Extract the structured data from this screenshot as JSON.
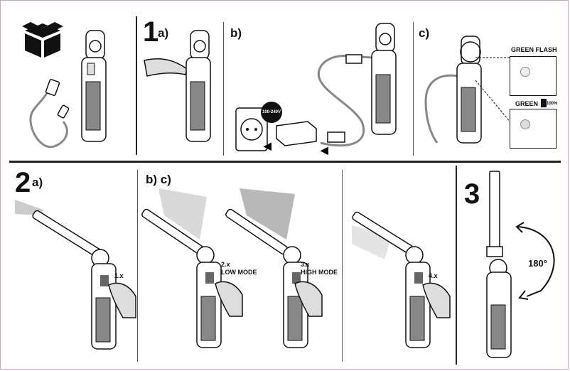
{
  "step1": {
    "number": "1",
    "sub_a": "a)",
    "sub_b": "b)",
    "sub_c": "c)",
    "adapter_voltage": "100-240V",
    "indicator_flash": "GREEN FLASH",
    "indicator_full": "GREEN",
    "indicator_full_pct": "100%"
  },
  "step2": {
    "number": "2",
    "sub_a": "a)",
    "sub_bc": "b) c)",
    "press_1": "1.x",
    "press_2": "2.x",
    "mode_2": "LOW MODE",
    "press_3": "3.x",
    "mode_3": "HIGH MODE",
    "press_4": "4.x"
  },
  "step3": {
    "number": "3",
    "rotation": "180°"
  },
  "colors": {
    "line": "#111111",
    "panel_divider": "#222222",
    "frame_border": "#c8a2c8",
    "grey_cable": "#888888"
  }
}
